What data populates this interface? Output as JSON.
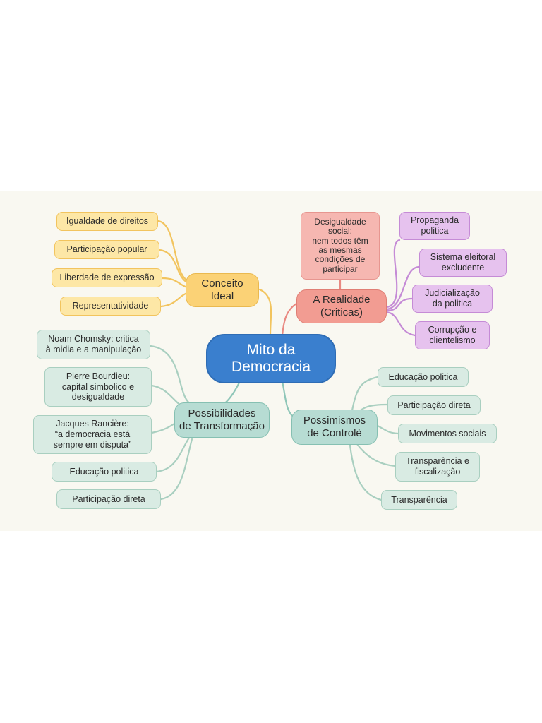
{
  "diagram": {
    "root": {
      "label": "Mito da\nDemocracia"
    },
    "branches": {
      "conceito_ideal": {
        "label": "Conceito\nIdeal",
        "color": "#fbd276",
        "leaves": [
          "Igualdade de direitos",
          "Participação popular",
          "Liberdade de expressão",
          "Representatividade"
        ]
      },
      "a_realidade": {
        "label": "A Realidade\n(Criticas)",
        "color": "#f29c92",
        "note": "Desigualdade\nsocial:\nnem todos têm\nas mesmas\ncondições de\nparticipar",
        "leaves": [
          "Propaganda\npolitica",
          "Sistema eleitoral\nexcludente",
          "Judicialização\nda politica",
          "Corrupção e\nclientelismo"
        ]
      },
      "possibilidades": {
        "label": "Possibilidades\nde Transformação",
        "color": "#b7dcd3",
        "leaves": [
          "Noam Chomsky: critica\nà midia e a manipulação",
          "Pierre Bourdieu:\ncapital simbolico e\ndesigualdade",
          "Jacques Rancière:\n“a democracia está\nsempre em disputa”",
          "Educação politica",
          "Participação direta"
        ]
      },
      "possimismos": {
        "label": "Possimismos\nde Controlè",
        "color": "#b7dcd3",
        "leaves": [
          "Educação politica",
          "Participação direta",
          "Movimentos sociais",
          "Transparência e\nfiscalização",
          "Transparência"
        ]
      }
    }
  }
}
